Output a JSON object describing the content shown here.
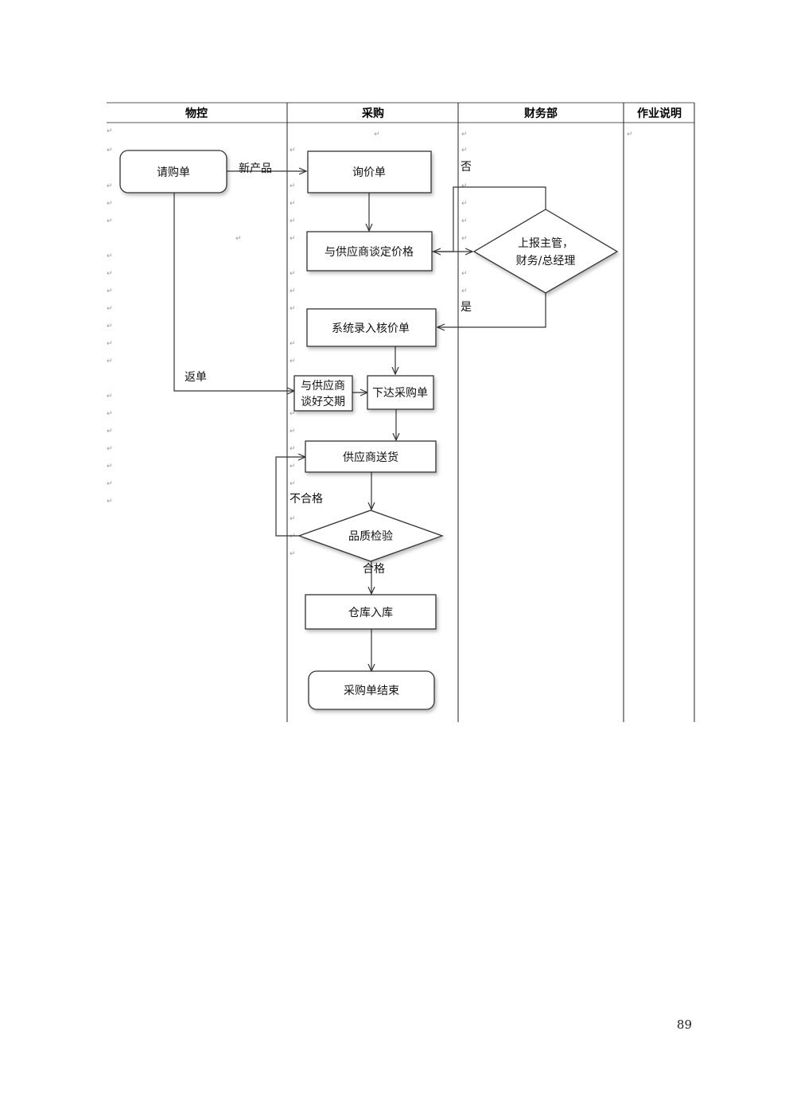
{
  "lanes": {
    "material_control": "物控",
    "purchasing": "采购",
    "finance": "财务部",
    "notes": "作业说明"
  },
  "nodes": {
    "requisition": "请购单",
    "inquiry": "询价单",
    "negotiate_price": "与供应商谈定价格",
    "report_line1": "上报主管，",
    "report_line2": "财务/总经理",
    "system_entry": "系统录入核价单",
    "delivery_terms_line1": "与供应商",
    "delivery_terms_line2": "谈好交期",
    "issue_po": "下达采购单",
    "supplier_delivery": "供应商送货",
    "quality_check": "品质检验",
    "warehouse_in": "仓库入库",
    "po_close": "采购单结束"
  },
  "edge_labels": {
    "new_product": "新产品",
    "repeat_order": "返单",
    "no": "否",
    "yes": "是",
    "fail": "不合格",
    "pass": "合格"
  },
  "paragraph_mark": "↵",
  "page_number": "89",
  "colors": {
    "line": "#333333",
    "box_fill": "#ffffff",
    "header_rule": "#555555"
  }
}
